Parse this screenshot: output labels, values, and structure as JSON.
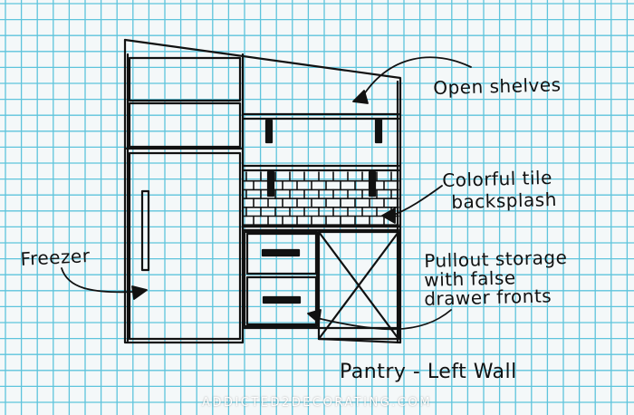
{
  "annotations": {
    "open_shelves": "Open shelves",
    "tile_backsplash_line1": "Colorful tile",
    "tile_backsplash_line2": "backsplash",
    "freezer": "Freezer",
    "pullout_line1": "Pullout storage",
    "pullout_line2": "with false",
    "pullout_line3": "drawer fronts",
    "title": "Pantry - Left Wall"
  },
  "watermark": "ADDICTED2DECORATING.COM",
  "colors": {
    "paper": "#f4f8f9",
    "grid": "#5ec4dc",
    "ink": "#111111",
    "watermark": "#ffffff"
  }
}
